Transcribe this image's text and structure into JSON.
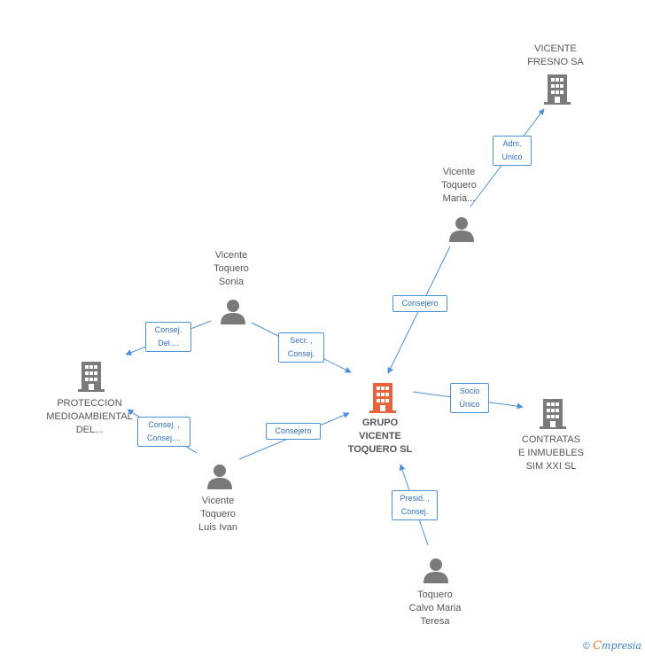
{
  "nodes": {
    "vicente_fresno": {
      "label": "VICENTE\nFRESNO SA",
      "type": "company"
    },
    "vicente_toquero_maria": {
      "label": "Vicente\nToquero\nMaria...",
      "type": "person"
    },
    "vicente_toquero_sonia": {
      "label": "Vicente\nToquero\nSonia",
      "type": "person"
    },
    "proteccion": {
      "label": "PROTECCION\nMEDIOAMBIENTAL\nDEL...",
      "type": "company"
    },
    "grupo": {
      "label": "GRUPO\nVICENTE\nTOQUERO SL",
      "type": "company-main"
    },
    "contratas": {
      "label": "CONTRATAS\nE INMUEBLES\nSIM XXI SL",
      "type": "company"
    },
    "vicente_toquero_luis": {
      "label": "Vicente\nToquero\nLuis Ivan",
      "type": "person"
    },
    "toquero_calvo": {
      "label": "Toquero\nCalvo Maria\nTeresa",
      "type": "person"
    }
  },
  "edges": {
    "adm_unico": "Adm.\nUnico",
    "consejero_maria": "Consejero",
    "consej_del": "Consej.\nDel....",
    "secr_consej": "Secr. ,\nConsej.",
    "consej_consej": "Consej. ,\nConsej....",
    "consejero_luis": "Consejero",
    "socio_unico": "Socio\nÚnico",
    "presid_consej": "Presid. ,\nConsej."
  },
  "colors": {
    "edge": "#4a90d9",
    "icon_gray": "#7a7a7a",
    "icon_main": "#e8623a",
    "edge_text": "#2f6fb8"
  },
  "footer": {
    "copyright_symbol": "©",
    "brand_first": "C",
    "brand_rest": "mpresia"
  }
}
